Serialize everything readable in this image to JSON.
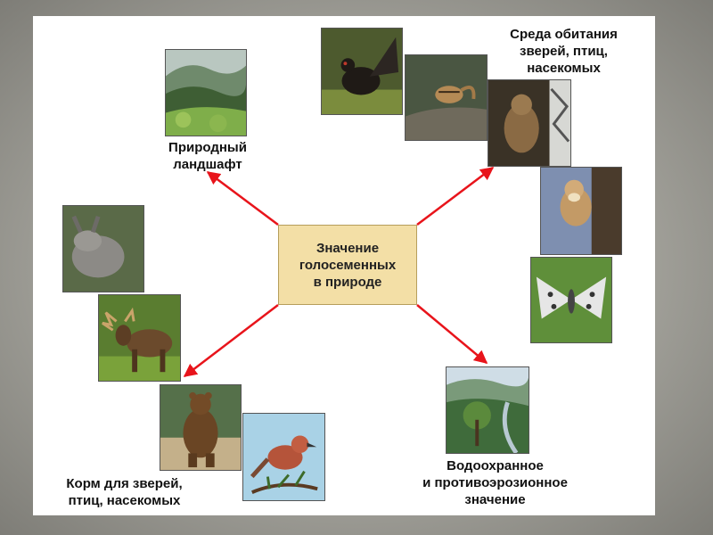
{
  "diagram": {
    "center": "Значение\nголосеменных\nв природе",
    "branches": [
      {
        "id": "landscape",
        "label": "Природный\nландшафт"
      },
      {
        "id": "habitat",
        "label": "Среда обитания\nзверей, птиц,\nнасекомых"
      },
      {
        "id": "food",
        "label": "Корм для зверей,\nптиц, насекомых"
      },
      {
        "id": "water",
        "label": "Водоохранное\nи противоэрозионное\nзначение"
      }
    ],
    "arrow_color": "#e8141b",
    "photos": {
      "landscape": [
        "forest-hills"
      ],
      "habitat": [
        "capercaillie",
        "chipmunk",
        "lynx",
        "marten",
        "moth"
      ],
      "food": [
        "deer",
        "moose",
        "bear",
        "crossbill"
      ],
      "water": [
        "river-valley-forest"
      ]
    }
  }
}
